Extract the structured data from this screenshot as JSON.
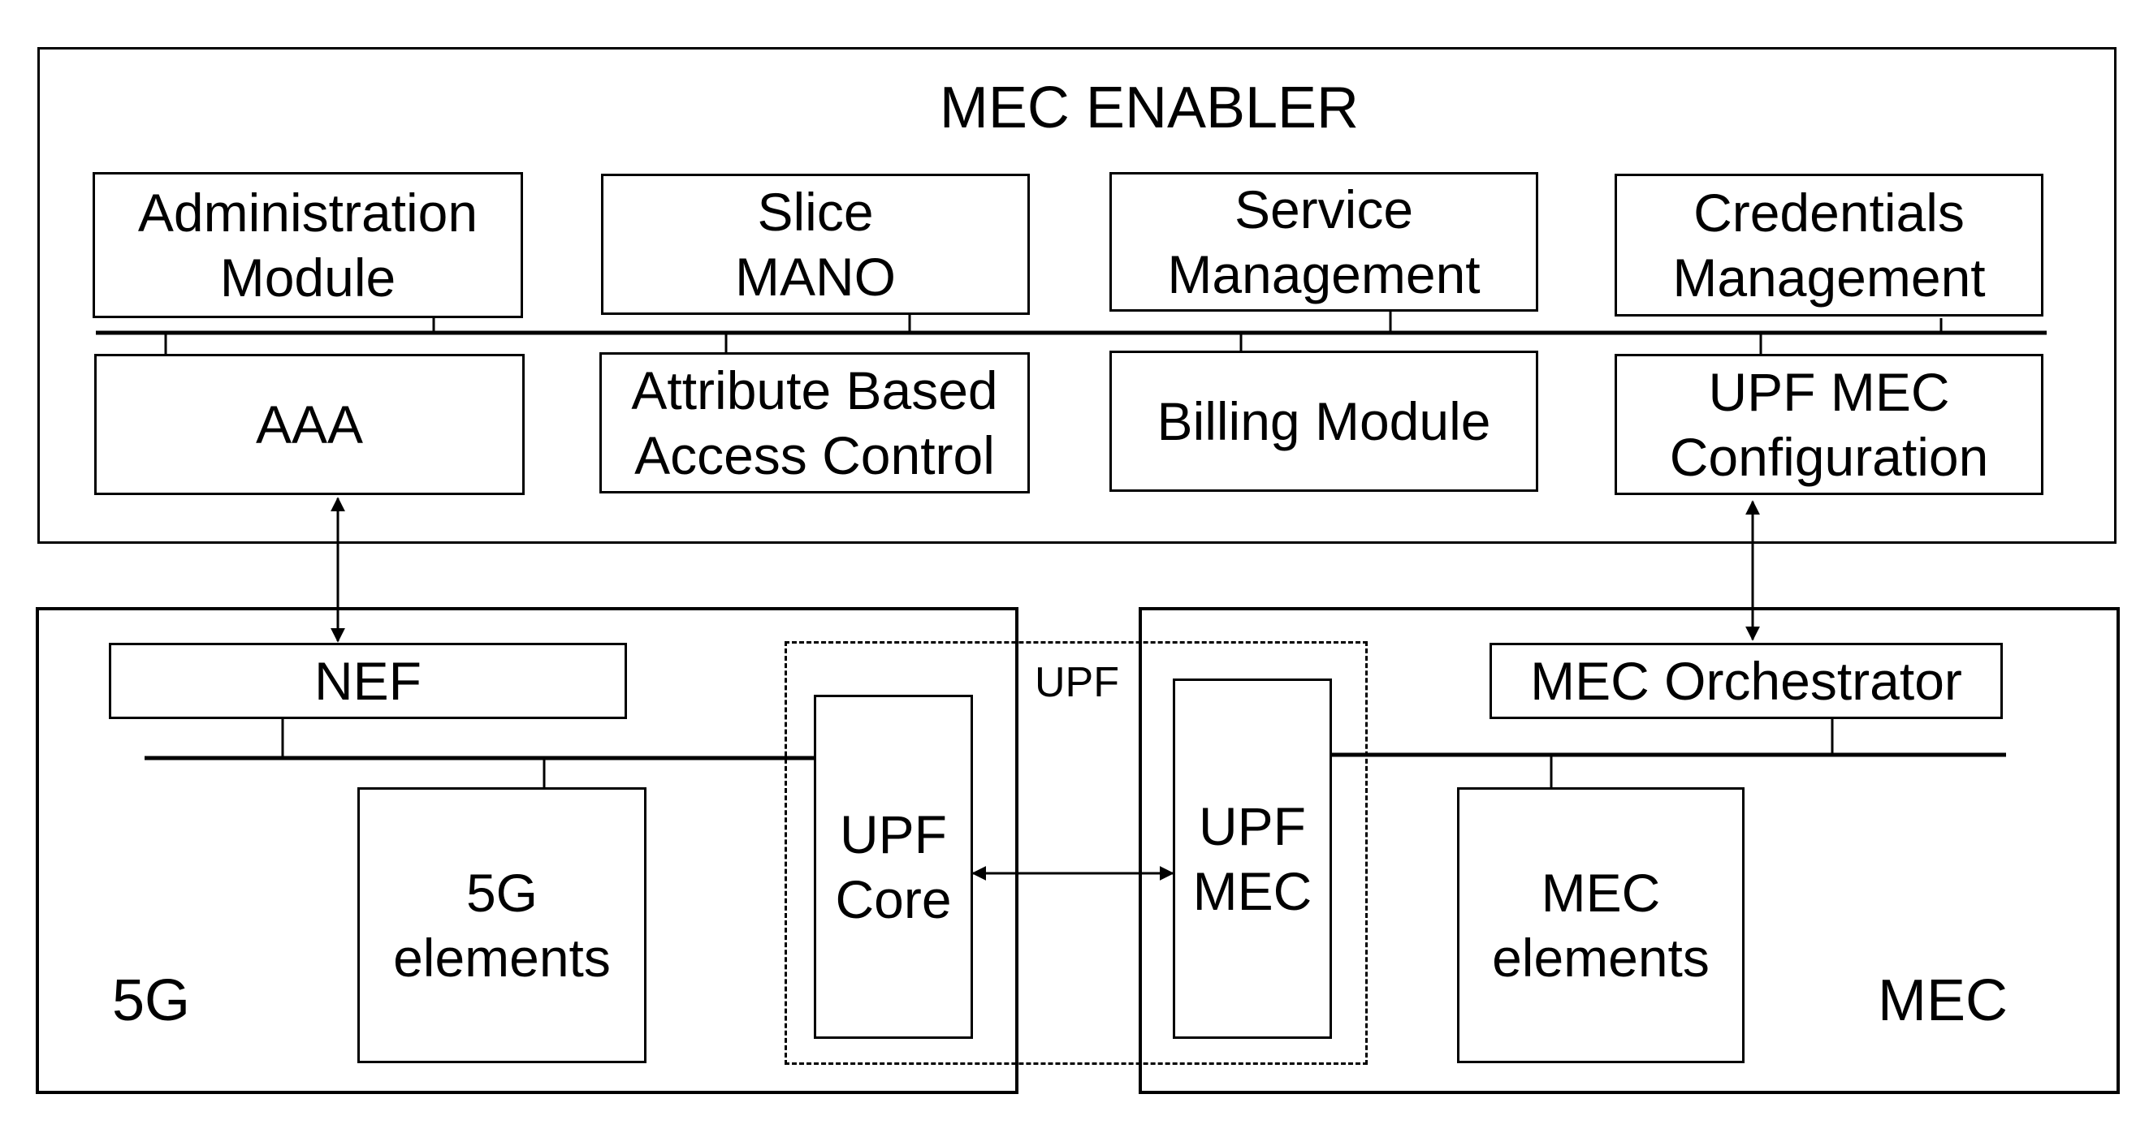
{
  "enabler": {
    "title": "MEC ENABLER",
    "top_modules": [
      {
        "id": "admin",
        "label": "Administration\nModule"
      },
      {
        "id": "slice",
        "label": "Slice\nMANO"
      },
      {
        "id": "service",
        "label": "Service\nManagement"
      },
      {
        "id": "cred",
        "label": "Credentials\nManagement"
      }
    ],
    "bottom_modules": [
      {
        "id": "aaa",
        "label": "AAA"
      },
      {
        "id": "abac",
        "label": "Attribute Based\nAccess Control"
      },
      {
        "id": "billing",
        "label": "Billing Module"
      },
      {
        "id": "upfcfg",
        "label": "UPF MEC\nConfiguration"
      }
    ]
  },
  "fiveg": {
    "domain_label": "5G",
    "nef": "NEF",
    "elements": "5G\nelements"
  },
  "upf": {
    "group_label": "UPF",
    "core": "UPF\nCore",
    "mec": "UPF\nMEC"
  },
  "mec": {
    "domain_label": "MEC",
    "orchestrator": "MEC Orchestrator",
    "elements": "MEC\nelements"
  }
}
